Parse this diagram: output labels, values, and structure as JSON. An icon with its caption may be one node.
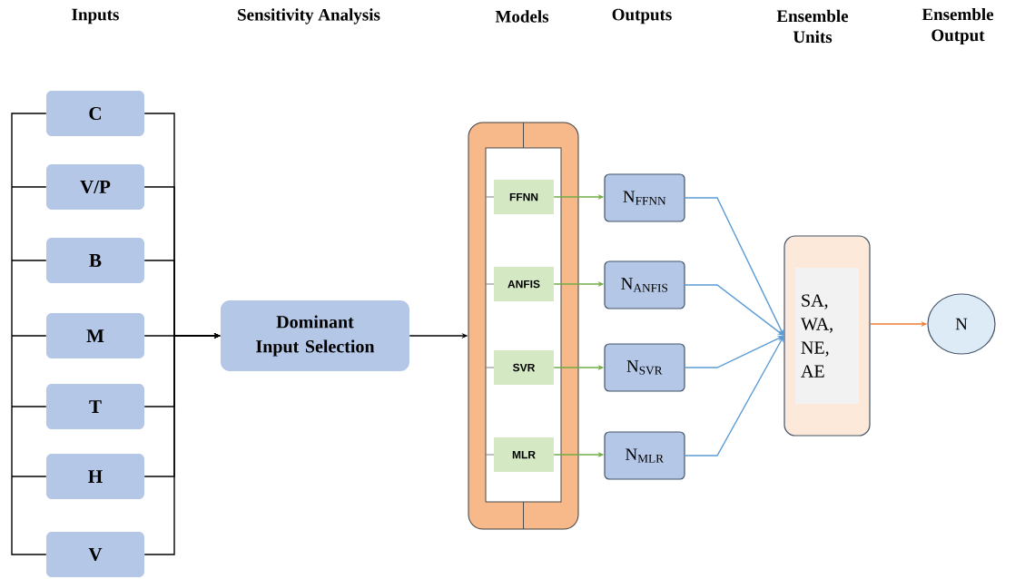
{
  "diagram": {
    "nodes": [
      {
        "text": [
          "C"
        ]
      },
      {
        "text": [
          "V/P"
        ]
      },
      {
        "text": [
          "B"
        ]
      },
      {
        "text": [
          "M"
        ]
      },
      {
        "text": [
          "T"
        ]
      },
      {
        "text": [
          "H"
        ]
      },
      {
        "text": [
          "V"
        ]
      },
      {
        "text": [
          "Dominant Input Selection"
        ]
      },
      {
        "text": [],
        "shape": "box"
      },
      {
        "text": [
          "FFNN"
        ],
        "in": 8
      },
      {
        "text": [
          "ANFIS"
        ],
        "in": 8
      },
      {
        "text": [
          "SVR"
        ],
        "in": 8
      },
      {
        "text": [
          "MLR"
        ],
        "in": 8
      },
      {
        "text": [
          "N$_{FFNN}$"
        ]
      },
      {
        "text": [
          "N$_{ANFIS}$"
        ]
      },
      {
        "text": [
          "N$_{SVR}$"
        ]
      },
      {
        "text": [
          "N$_{MLR}$"
        ]
      },
      {
        "text": [
          "SA, WA, NE, AE"
        ]
      },
      {
        "text": [
          "N"
        ]
      }
    ],
    "edges": [
      {
        "from": 0,
        "to": 7,
        "arrow": "to"
      },
      {
        "from": 1,
        "to": 7,
        "arrow": "to"
      },
      {
        "from": 2,
        "to": 7,
        "arrow": "to"
      },
      {
        "from": 3,
        "to": 7,
        "arrow": "to"
      },
      {
        "from": 4,
        "to": 7,
        "arrow": "to"
      },
      {
        "from": 5,
        "to": 7,
        "arrow": "to"
      },
      {
        "from": 6,
        "to": 7,
        "arrow": "to"
      },
      {
        "from": 7,
        "to": 8,
        "arrow": "to"
      },
      {
        "from": 9,
        "to": 13,
        "arrow": "to",
        "color": "#70ad47"
      },
      {
        "from": 10,
        "to": 14,
        "arrow": "to",
        "color": "#70ad47"
      },
      {
        "from": 11,
        "to": 15,
        "arrow": "to",
        "color": "#70ad47"
      },
      {
        "from": 12,
        "to": 16,
        "arrow": "to",
        "color": "#70ad47"
      },
      {
        "from": 13,
        "to": 17,
        "arrow": "to",
        "color": "#5b9bd5"
      },
      {
        "from": 14,
        "to": 17,
        "arrow": "to",
        "color": "#5b9bd5"
      },
      {
        "from": 15,
        "to": 17,
        "arrow": "to",
        "color": "#5b9bd5"
      },
      {
        "from": 16,
        "to": 17,
        "arrow": "to",
        "color": "#5b9bd5"
      },
      {
        "from": 17,
        "to": 18,
        "arrow": "to",
        "color": "#ed7d31"
      }
    ],
    "labels": [
      "Inputs",
      "Sensitivity Analysis",
      "Models",
      "Outputs",
      "Ensemble Units",
      "Ensemble Output"
    ]
  }
}
